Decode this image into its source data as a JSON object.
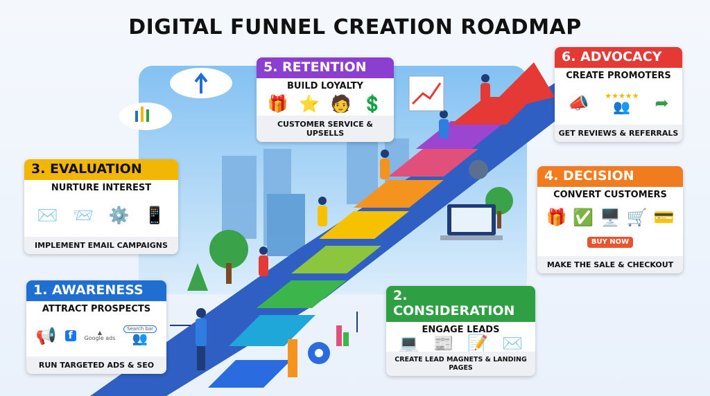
{
  "title": "DIGITAL FUNNEL CREATION ROADMAP",
  "stages": [
    {
      "id": "awareness",
      "header": "1. AWARENESS",
      "subtitle": "ATTRACT PROSPECTS",
      "footer": "RUN TARGETED ADS & SEO",
      "color": "#1e6fd1",
      "icons": [
        "megaphone-icon",
        "facebook-icon",
        "instagram-icon",
        "google-ads-icon",
        "search-bar-icon",
        "people-icon"
      ],
      "search_placeholder": "Search bar",
      "google_ads_label": "Google ads"
    },
    {
      "id": "consideration",
      "header": "2. CONSIDERATION",
      "subtitle": "ENGAGE LEADS",
      "footer": "CREATE LEAD MAGNETS & LANDING PAGES",
      "color": "#2ea043",
      "icons": [
        "laptop-icon",
        "landing-page-icon",
        "document-icon",
        "email-icon"
      ]
    },
    {
      "id": "evaluation",
      "header": "3. EVALUATION",
      "subtitle": "NURTURE INTEREST",
      "footer": "IMPLEMENT EMAIL CAMPAIGNS",
      "color": "#f2b705",
      "icons": [
        "email-icon",
        "workflow-icon",
        "gears-icon",
        "phone-icon"
      ]
    },
    {
      "id": "decision",
      "header": "4. DECISION",
      "subtitle": "CONVERT CUSTOMERS",
      "footer": "MAKE THE SALE & CHECKOUT",
      "color": "#f07c1f",
      "icons": [
        "gift-icon",
        "cart-icon",
        "check-icon",
        "credit-card-icon",
        "checkout-page-icon"
      ],
      "buy_label": "BUY NOW"
    },
    {
      "id": "retention",
      "header": "5. RETENTION",
      "subtitle": "BUILD LOYALTY",
      "footer": "CUSTOMER SERVICE & UPSELLS",
      "color": "#8a3fd1",
      "icons": [
        "gift-icon",
        "star-icon",
        "support-agent-icon",
        "money-hand-icon"
      ]
    },
    {
      "id": "advocacy",
      "header": "6. ADVOCACY",
      "subtitle": "CREATE PROMOTERS",
      "footer": "GET REVIEWS & REFERRALS",
      "color": "#e53935",
      "icons": [
        "megaphone-icon",
        "five-stars-icon",
        "people-icon",
        "share-arrow-icon"
      ]
    }
  ]
}
